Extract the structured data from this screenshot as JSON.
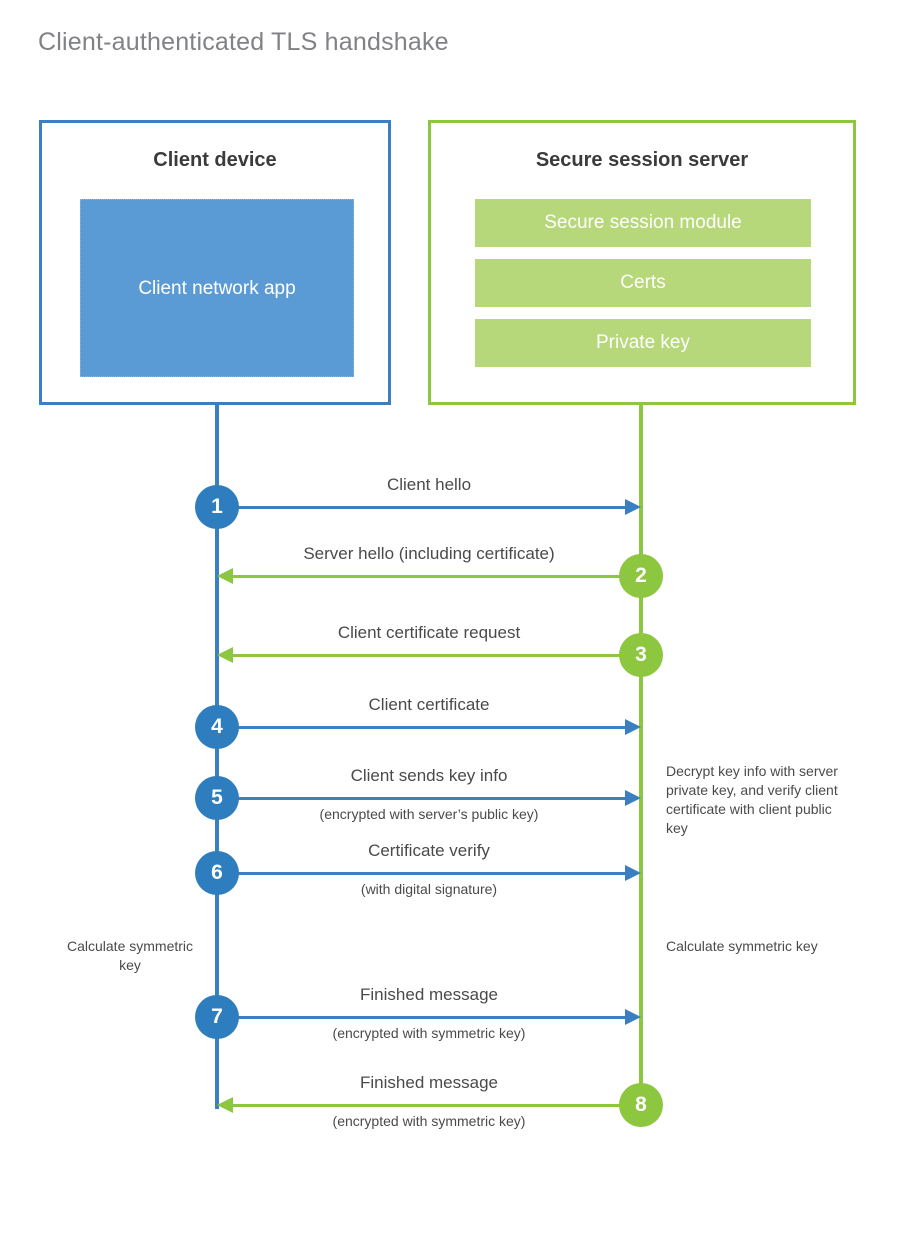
{
  "title": "Client-authenticated TLS handshake",
  "colors": {
    "client_blue": "#3C7FC0",
    "client_badge_blue": "#2E7DBF",
    "client_app_fill": "#5B9BD5",
    "server_green": "#8DC63F",
    "server_item_fill": "#B6D77A",
    "title_gray": "#808285",
    "text_gray": "#4A4A4A"
  },
  "client": {
    "title": "Client device",
    "app_label": "Client network app"
  },
  "server": {
    "title": "Secure session server",
    "items": [
      {
        "label": "Secure session module"
      },
      {
        "label": "Certs"
      },
      {
        "label": "Private key"
      }
    ]
  },
  "notes": {
    "server_decrypt": "Decrypt key info with server private key, and verify client certificate with client public key",
    "client_calculate": "Calculate symmetric key",
    "server_calculate": "Calculate symmetric key"
  },
  "steps": [
    {
      "number": "1",
      "label": "Client hello",
      "sublabel": "",
      "direction": "to-server",
      "origin": "client"
    },
    {
      "number": "2",
      "label": "Server hello (including certificate)",
      "sublabel": "",
      "direction": "to-client",
      "origin": "server"
    },
    {
      "number": "3",
      "label": "Client certificate request",
      "sublabel": "",
      "direction": "to-client",
      "origin": "server"
    },
    {
      "number": "4",
      "label": "Client certificate",
      "sublabel": "",
      "direction": "to-server",
      "origin": "client"
    },
    {
      "number": "5",
      "label": "Client sends key info",
      "sublabel": "(encrypted with server’s public key)",
      "direction": "to-server",
      "origin": "client"
    },
    {
      "number": "6",
      "label": "Certificate verify",
      "sublabel": "(with digital signature)",
      "direction": "to-server",
      "origin": "client"
    },
    {
      "number": "7",
      "label": "Finished message",
      "sublabel": "(encrypted with symmetric key)",
      "direction": "to-server",
      "origin": "client"
    },
    {
      "number": "8",
      "label": "Finished message",
      "sublabel": "(encrypted with symmetric key)",
      "direction": "to-client",
      "origin": "server"
    }
  ]
}
